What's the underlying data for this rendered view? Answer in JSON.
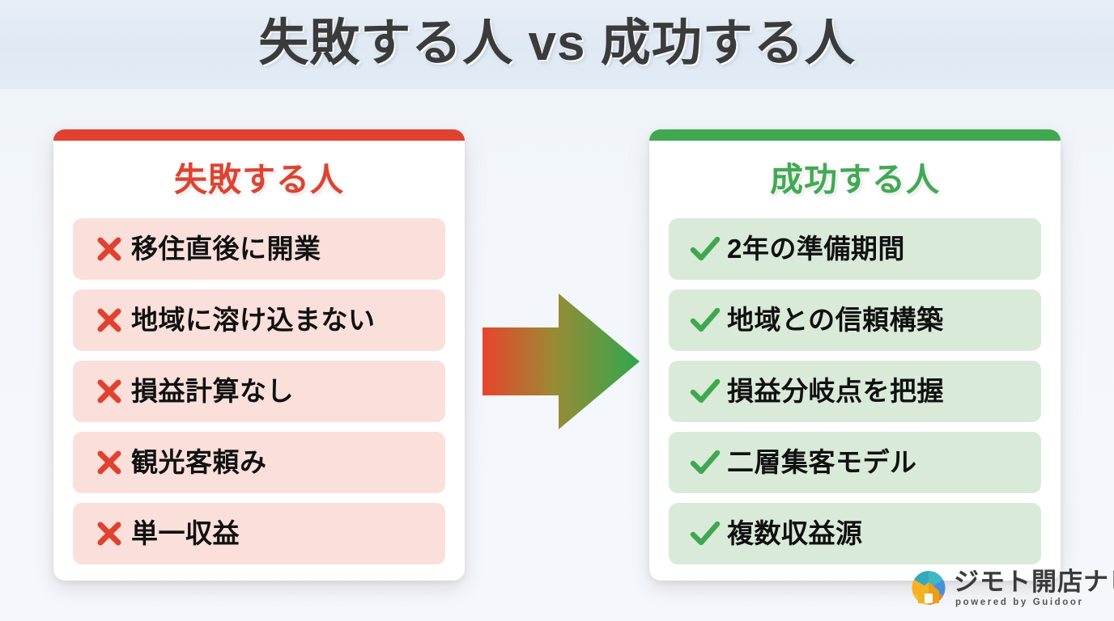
{
  "header": {
    "title": "失敗する人 vs 成功する人"
  },
  "colors": {
    "page_background": "#f2f6fa",
    "header_band": "#e2ecf6",
    "title_text": "#3b3b3b",
    "fail_accent": "#e0422f",
    "fail_title": "#dd4430",
    "fail_item_background": "#fadfda",
    "success_accent": "#41a851",
    "success_title": "#42a953",
    "success_item_background": "#d9ead9",
    "item_text": "#111111",
    "arrow_gradient_start": "#e8442c",
    "arrow_gradient_end": "#2fa84f"
  },
  "fail_card": {
    "title": "失敗する人",
    "mark_icon": "cross-icon",
    "items": [
      {
        "label": "移住直後に開業"
      },
      {
        "label": "地域に溶け込まない"
      },
      {
        "label": "損益計算なし"
      },
      {
        "label": "観光客頼み"
      },
      {
        "label": "単一収益"
      }
    ]
  },
  "success_card": {
    "title": "成功する人",
    "mark_icon": "check-icon",
    "items": [
      {
        "label": "2年の準備期間"
      },
      {
        "label": "地域との信頼構築"
      },
      {
        "label": "損益分岐点を把握"
      },
      {
        "label": "二層集客モデル"
      },
      {
        "label": "複数収益源"
      }
    ]
  },
  "arrow": {
    "icon": "right-arrow-icon",
    "direction": "right"
  },
  "logo": {
    "mark_icon": "guidoor-pie-house-icon",
    "name": "ジモト開店ナビ",
    "tagline": "powered by Guidoor"
  }
}
